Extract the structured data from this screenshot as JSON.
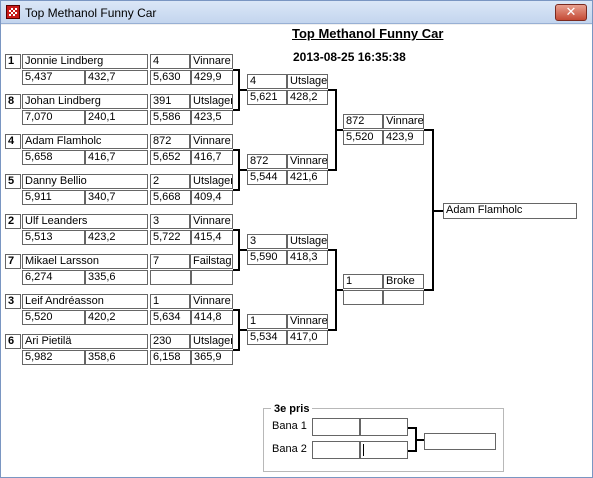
{
  "window": {
    "title": "Top Methanol Funny Car",
    "close_glyph": "✕"
  },
  "header": {
    "event_title": "Top Methanol Funny Car",
    "date_time": "2013-08-25 16:35:38"
  },
  "round1": [
    {
      "seed": "1",
      "name": "Jonnie Lindberg",
      "et": "5,437",
      "speed": "432,7",
      "num": "4",
      "result": "Vinnare",
      "r_et": "5,630",
      "r_speed": "429,9"
    },
    {
      "seed": "8",
      "name": "Johan Lindberg",
      "et": "7,070",
      "speed": "240,1",
      "num": "391",
      "result": "Utslagen",
      "r_et": "5,586",
      "r_speed": "423,5"
    },
    {
      "seed": "4",
      "name": "Adam Flamholc",
      "et": "5,658",
      "speed": "416,7",
      "num": "872",
      "result": "Vinnare",
      "r_et": "5,652",
      "r_speed": "416,7"
    },
    {
      "seed": "5",
      "name": "Danny Bellio",
      "et": "5,911",
      "speed": "340,7",
      "num": "2",
      "result": "Utslagen",
      "r_et": "5,668",
      "r_speed": "409,4"
    },
    {
      "seed": "2",
      "name": "Ulf Leanders",
      "et": "5,513",
      "speed": "423,2",
      "num": "3",
      "result": "Vinnare",
      "r_et": "5,722",
      "r_speed": "415,4"
    },
    {
      "seed": "7",
      "name": "Mikael Larsson",
      "et": "6,274",
      "speed": "335,6",
      "num": "7",
      "result": "Failstage",
      "r_et": "",
      "r_speed": ""
    },
    {
      "seed": "3",
      "name": "Leif Andréasson",
      "et": "5,520",
      "speed": "420,2",
      "num": "1",
      "result": "Vinnare",
      "r_et": "5,634",
      "r_speed": "414,8"
    },
    {
      "seed": "6",
      "name": "Ari Pietilä",
      "et": "5,982",
      "speed": "358,6",
      "num": "230",
      "result": "Utslagen",
      "r_et": "6,158",
      "r_speed": "365,9"
    }
  ],
  "round2": [
    {
      "num": "4",
      "result": "Utslagen",
      "et": "5,621",
      "speed": "428,2"
    },
    {
      "num": "872",
      "result": "Vinnare",
      "et": "5,544",
      "speed": "421,6"
    },
    {
      "num": "3",
      "result": "Utslagen",
      "et": "5,590",
      "speed": "418,3"
    },
    {
      "num": "1",
      "result": "Vinnare",
      "et": "5,534",
      "speed": "417,0"
    }
  ],
  "semifinal": [
    {
      "num": "872",
      "result": "Vinnare",
      "et": "5,520",
      "speed": "423,9"
    },
    {
      "num": "1",
      "result": "Broke",
      "et": "",
      "speed": ""
    }
  ],
  "winner": {
    "name": "Adam Flamholc"
  },
  "third_place": {
    "label": "3e pris",
    "lanes": [
      {
        "label": "Bana 1",
        "a": "",
        "b": ""
      },
      {
        "label": "Bana 2",
        "a": "",
        "b": ""
      }
    ],
    "result": ""
  }
}
